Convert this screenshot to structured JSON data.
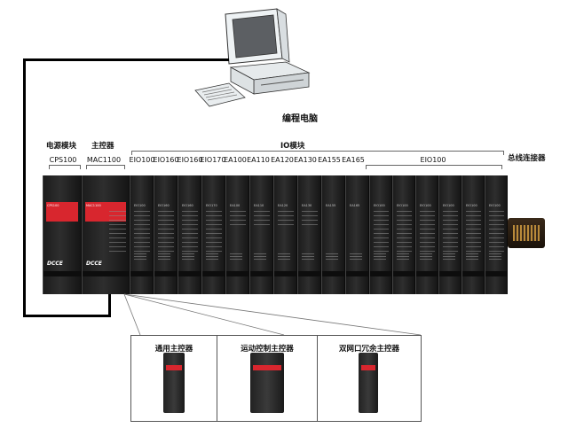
{
  "pc_label": "编程电脑",
  "group_labels": {
    "power_module": "电源模块",
    "main_controller": "主控器",
    "io_module": "IO模块",
    "bus_connector": "总线连接器"
  },
  "module_labels": [
    "CPS100",
    "MAC1100",
    "EIO100",
    "EIO160",
    "EIO160",
    "EIO170",
    "EA100",
    "EA110",
    "EA120",
    "EA130",
    "EA155",
    "EA165",
    "EIO100"
  ],
  "module_face_labels": [
    "CPS100",
    "MAC1100",
    "EIO100",
    "EIO160",
    "EIO160",
    "EIO170",
    "EA100",
    "EA110",
    "EA120",
    "EA130",
    "EA155",
    "EA165",
    "EIO100",
    "EIO100",
    "EIO100",
    "EIO100",
    "EIO100",
    "EIO100"
  ],
  "brand": "DCCE",
  "controller_options": [
    {
      "title": "通用主控器"
    },
    {
      "title": "运动控制主控器"
    },
    {
      "title": "双网口冗余主控器"
    }
  ],
  "colors": {
    "accent_red": "#d8262e",
    "module_black": "#1c1c1c",
    "line": "#000000"
  }
}
